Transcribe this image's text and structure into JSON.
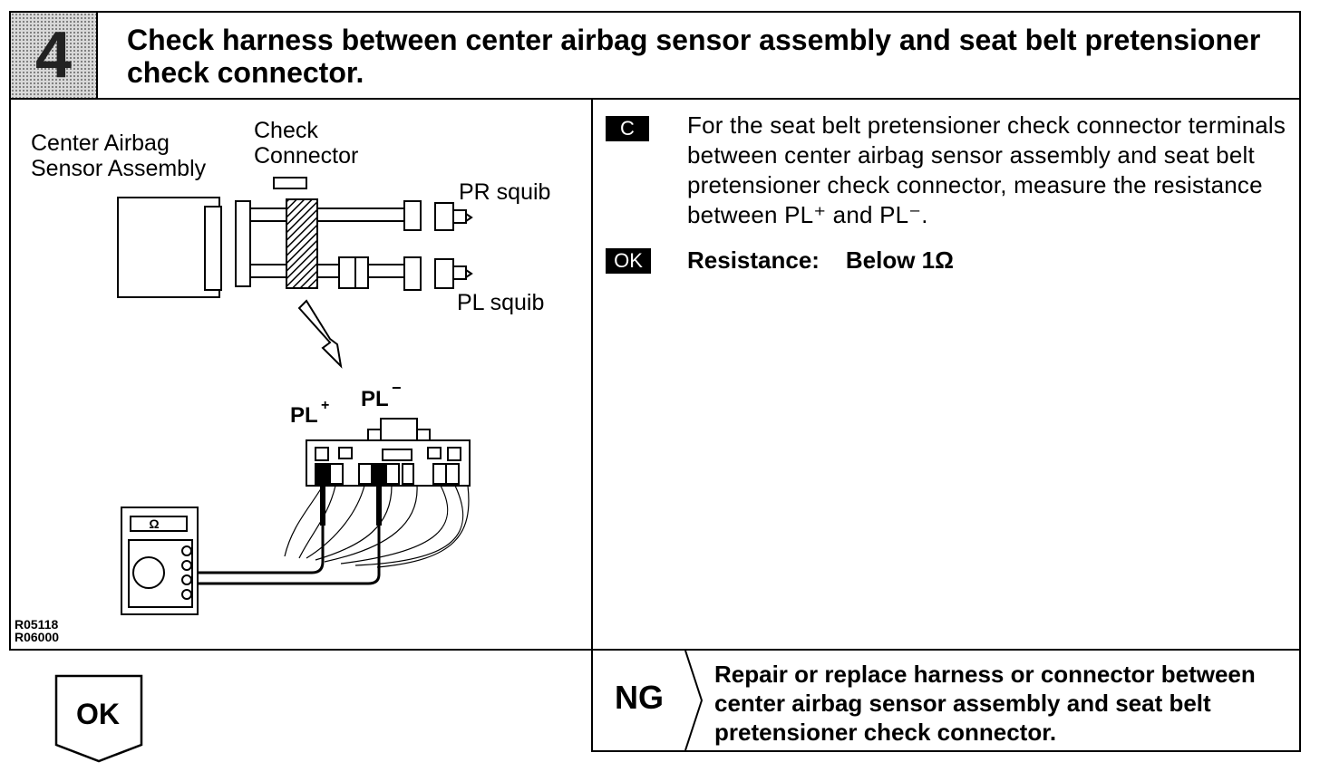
{
  "step": {
    "number": "4",
    "title": "Check harness between center airbag sensor assembly and seat belt pretensioner check connector."
  },
  "figure": {
    "label_sensor_line1": "Center Airbag",
    "label_sensor_line2": "Sensor Assembly",
    "label_check_line1": "Check",
    "label_check_line2": "Connector",
    "label_pr_squib": "PR squib",
    "label_pl_squib": "PL squib",
    "label_pl_plus": "PL",
    "label_pl_plus_sup": "+",
    "label_pl_minus": "PL",
    "label_pl_minus_sup": "−",
    "meter_symbol": "Ω",
    "code_1": "R05118",
    "code_2": "R06000"
  },
  "instructions": {
    "badge_c": "C",
    "text": "For the seat belt pretensioner check connector terminals between center airbag sensor assembly and seat belt pretensioner check connector, measure the resistance between PL⁺ and PL⁻.",
    "badge_ok": "OK",
    "spec_label": "Resistance:",
    "spec_value": "Below 1Ω"
  },
  "result": {
    "ok_label": "OK",
    "ng_label": "NG",
    "ng_action": "Repair or replace harness or connector between center airbag sensor assembly and seat belt pretensioner check connector."
  }
}
